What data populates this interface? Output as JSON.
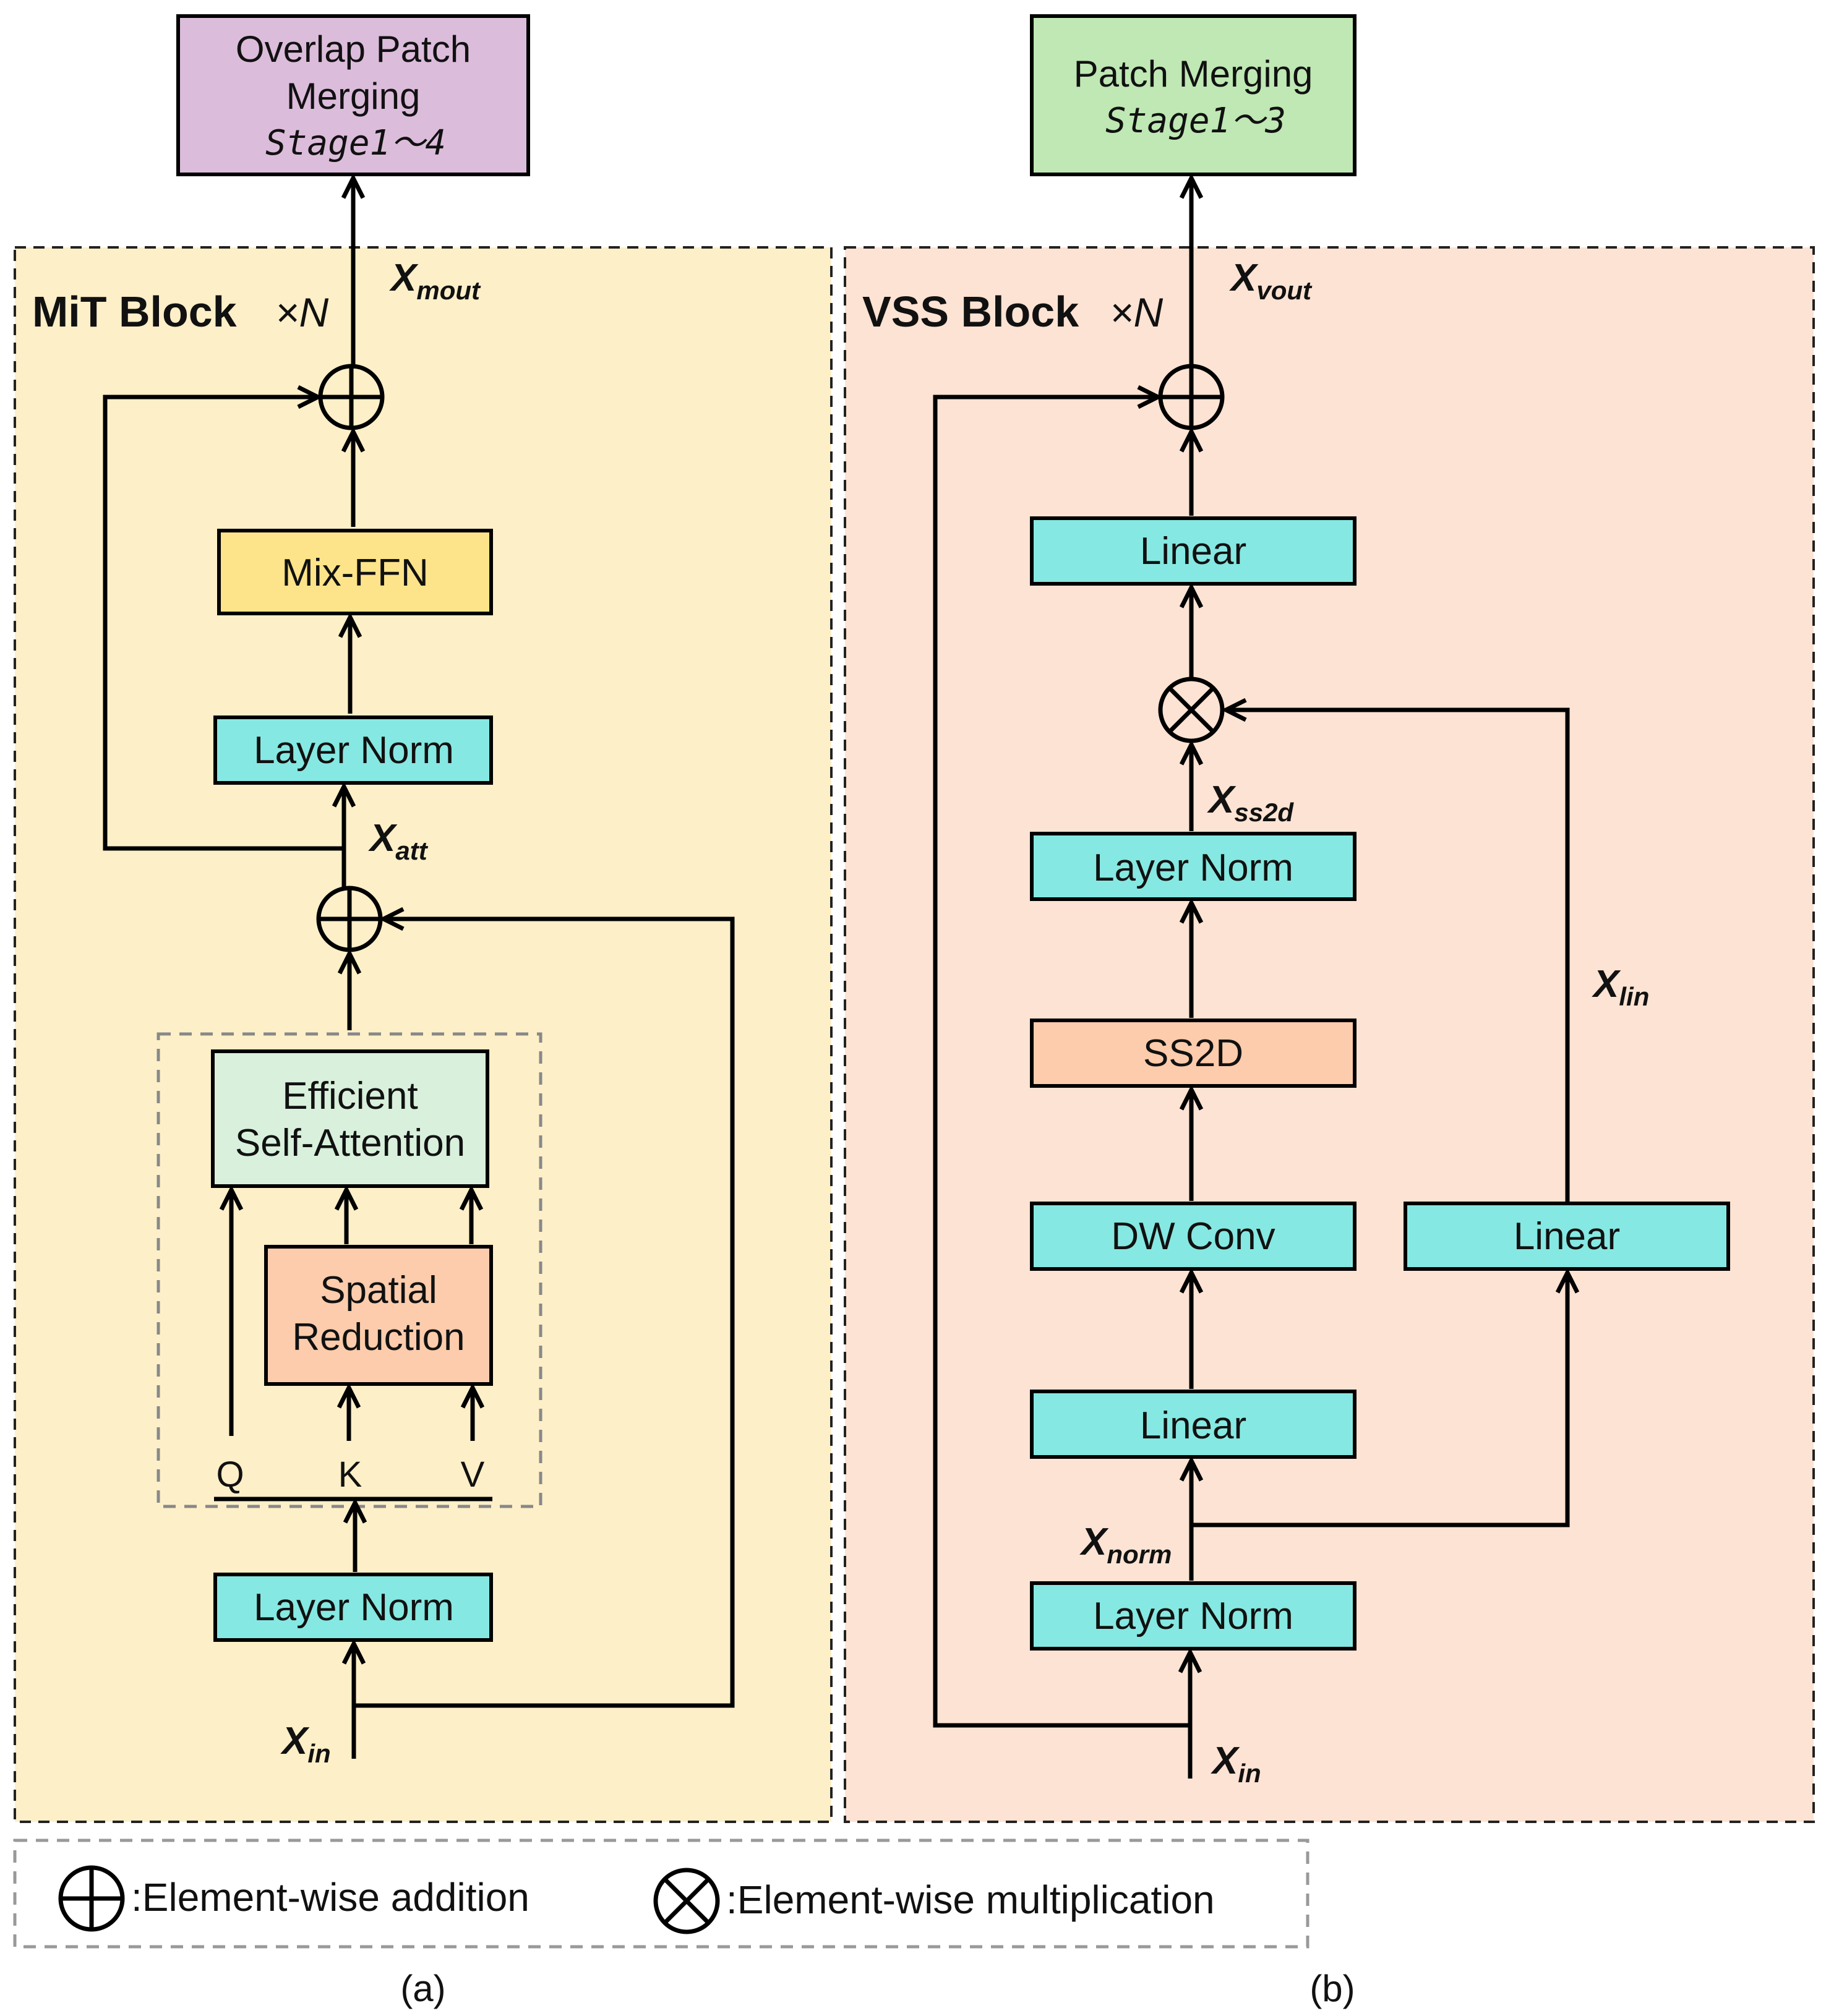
{
  "colors": {
    "panel_a_bg": "#fdefc8",
    "panel_b_bg": "#fde3d3",
    "purple": "#dcbcdb",
    "green_out": "#bfe8b4",
    "cyan": "#86e8e2",
    "yellow": "#fde48a",
    "light_green": "#d8f0dc",
    "orange": "#fcccac"
  },
  "panel_a": {
    "title": "MiT Block",
    "multiplier": "×N",
    "output_box_line1": "Overlap Patch",
    "output_box_line2": "Merging",
    "output_box_stage": "Stage1～4",
    "mix_ffn": "Mix-FFN",
    "layer_norm_top": "Layer Norm",
    "layer_norm_bottom": "Layer Norm",
    "esa_line1": "Efficient",
    "esa_line2": "Self-Attention",
    "sr_line1": "Spatial",
    "sr_line2": "Reduction",
    "q": "Q",
    "k": "K",
    "v": "V",
    "x_mout": {
      "base": "X",
      "sub": "mout"
    },
    "x_att": {
      "base": "X",
      "sub": "att"
    },
    "x_in": {
      "base": "X",
      "sub": "in"
    },
    "caption": "(a)"
  },
  "panel_b": {
    "title": "VSS Block",
    "multiplier": "×N",
    "output_box_line1": "Patch Merging",
    "output_box_stage": "Stage1～3",
    "linear_top": "Linear",
    "layer_norm_mid": "Layer Norm",
    "ss2d": "SS2D",
    "dw_conv": "DW Conv",
    "linear_mid": "Linear",
    "linear_right": "Linear",
    "layer_norm_bottom": "Layer Norm",
    "x_vout": {
      "base": "X",
      "sub": "vout"
    },
    "x_ss2d": {
      "base": "X",
      "sub": "ss2d"
    },
    "x_lin": {
      "base": "X",
      "sub": "lin"
    },
    "x_norm": {
      "base": "X",
      "sub": "norm"
    },
    "x_in": {
      "base": "X",
      "sub": "in"
    },
    "caption": "(b)"
  },
  "legend": {
    "addition": ":Element-wise addition",
    "multiplication": ":Element-wise multiplication"
  }
}
